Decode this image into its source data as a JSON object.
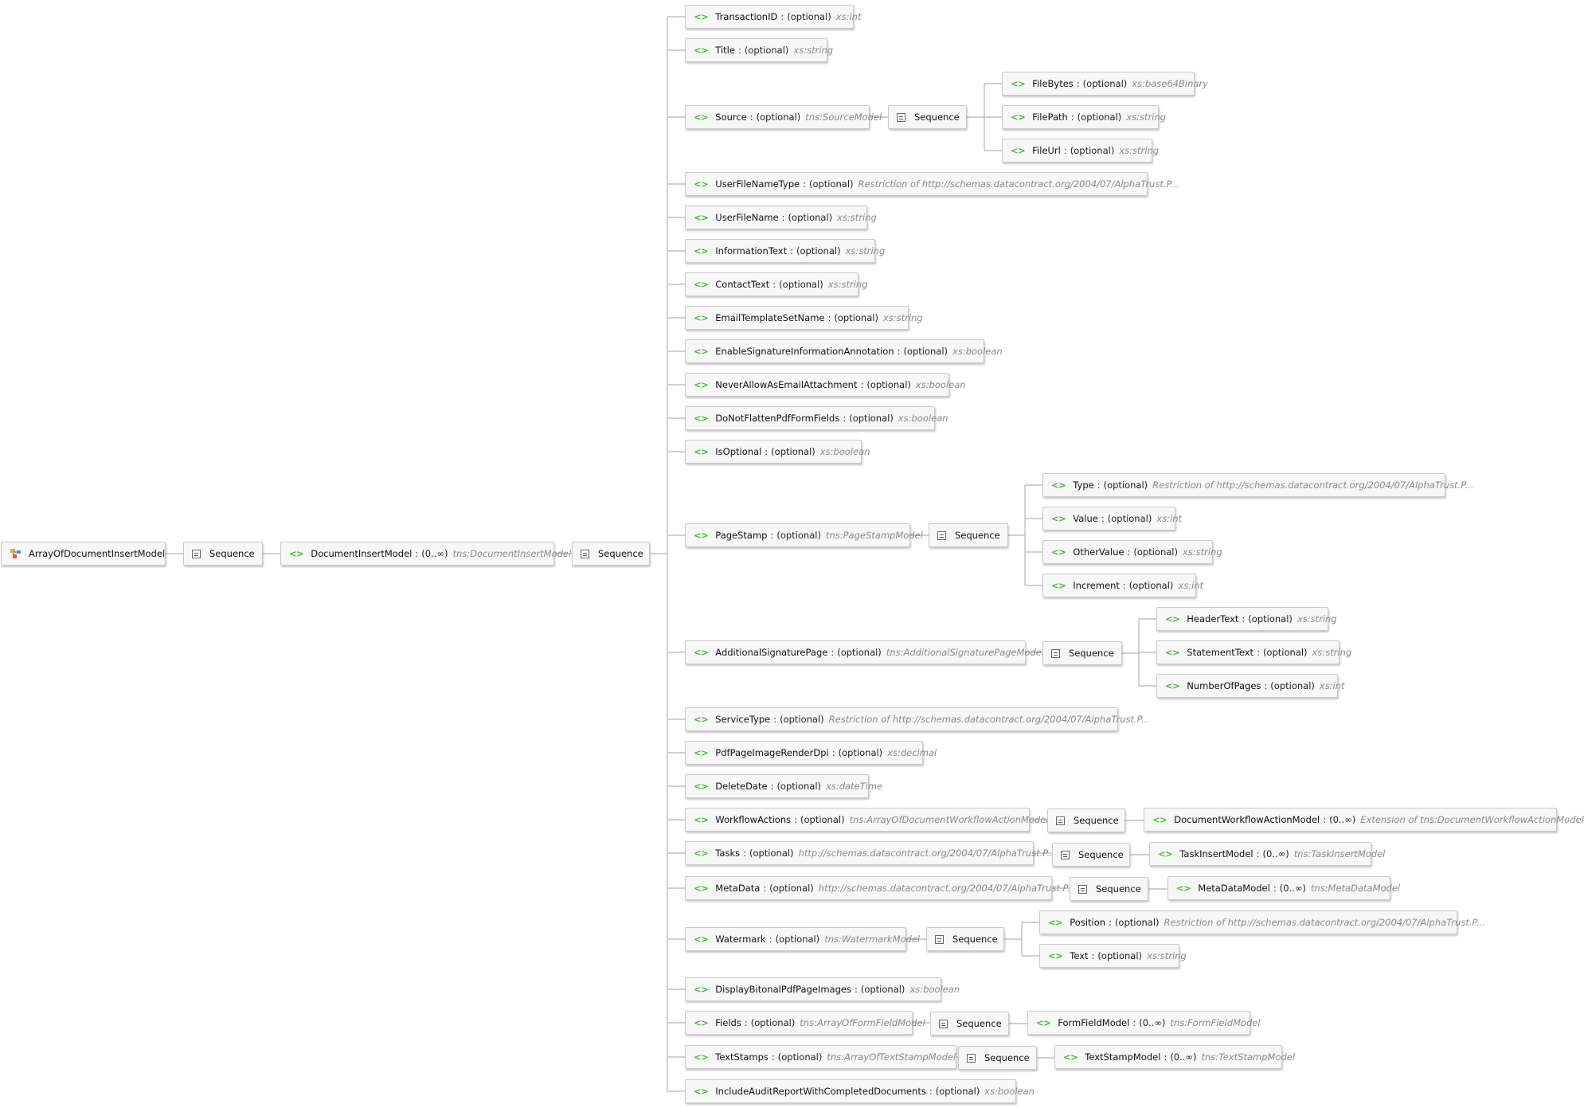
{
  "diagram": {
    "root": {
      "label": "ArrayOfDocumentInsertModel",
      "icon": "complex-type-icon"
    },
    "sequence_label": "Sequence",
    "colors": {
      "element_glyph": "#3dbb2e",
      "type_text": "#8a8a8a",
      "connector": "#b5b5b5"
    },
    "nodes": [
      {
        "id": "seq0",
        "kind": "sequence"
      },
      {
        "id": "dim",
        "kind": "element",
        "name": "DocumentInsertModel",
        "mod": "(0..∞)",
        "type": "tns:DocumentInsertModel"
      },
      {
        "id": "seq1",
        "kind": "sequence"
      },
      {
        "id": "e_transactionid",
        "kind": "element",
        "name": "TransactionID",
        "mod": "(optional)",
        "type": "xs:int"
      },
      {
        "id": "e_title",
        "kind": "element",
        "name": "Title",
        "mod": "(optional)",
        "type": "xs:string"
      },
      {
        "id": "e_source",
        "kind": "element",
        "name": "Source",
        "mod": "(optional)",
        "type": "tns:SourceModel"
      },
      {
        "id": "seq_source",
        "kind": "sequence"
      },
      {
        "id": "e_filebytes",
        "kind": "element",
        "name": "FileBytes",
        "mod": "(optional)",
        "type": "xs:base64Binary"
      },
      {
        "id": "e_filepath",
        "kind": "element",
        "name": "FilePath",
        "mod": "(optional)",
        "type": "xs:string"
      },
      {
        "id": "e_fileurl",
        "kind": "element",
        "name": "FileUrl",
        "mod": "(optional)",
        "type": "xs:string"
      },
      {
        "id": "e_userfilenametype",
        "kind": "element",
        "name": "UserFileNameType",
        "mod": "(optional)",
        "type": "Restriction of http://schemas.datacontract.org/2004/07/AlphaTrust.P..."
      },
      {
        "id": "e_userfilename",
        "kind": "element",
        "name": "UserFileName",
        "mod": "(optional)",
        "type": "xs:string"
      },
      {
        "id": "e_informationtext",
        "kind": "element",
        "name": "InformationText",
        "mod": "(optional)",
        "type": "xs:string"
      },
      {
        "id": "e_contacttext",
        "kind": "element",
        "name": "ContactText",
        "mod": "(optional)",
        "type": "xs:string"
      },
      {
        "id": "e_emailtemplatesetname",
        "kind": "element",
        "name": "EmailTemplateSetName",
        "mod": "(optional)",
        "type": "xs:string"
      },
      {
        "id": "e_enablesig",
        "kind": "element",
        "name": "EnableSignatureInformationAnnotation",
        "mod": "(optional)",
        "type": "xs:boolean"
      },
      {
        "id": "e_neverallow",
        "kind": "element",
        "name": "NeverAllowAsEmailAttachment",
        "mod": "(optional)",
        "type": "xs:boolean"
      },
      {
        "id": "e_donotflatten",
        "kind": "element",
        "name": "DoNotFlattenPdfFormFields",
        "mod": "(optional)",
        "type": "xs:boolean"
      },
      {
        "id": "e_isoptional",
        "kind": "element",
        "name": "IsOptional",
        "mod": "(optional)",
        "type": "xs:boolean"
      },
      {
        "id": "e_pagestamp",
        "kind": "element",
        "name": "PageStamp",
        "mod": "(optional)",
        "type": "tns:PageStampModel"
      },
      {
        "id": "seq_pagestamp",
        "kind": "sequence"
      },
      {
        "id": "e_type",
        "kind": "element",
        "name": "Type",
        "mod": "(optional)",
        "type": "Restriction of http://schemas.datacontract.org/2004/07/AlphaTrust.P..."
      },
      {
        "id": "e_value",
        "kind": "element",
        "name": "Value",
        "mod": "(optional)",
        "type": "xs:int"
      },
      {
        "id": "e_othervalue",
        "kind": "element",
        "name": "OtherValue",
        "mod": "(optional)",
        "type": "xs:string"
      },
      {
        "id": "e_increment",
        "kind": "element",
        "name": "Increment",
        "mod": "(optional)",
        "type": "xs:int"
      },
      {
        "id": "e_addsigpage",
        "kind": "element",
        "name": "AdditionalSignaturePage",
        "mod": "(optional)",
        "type": "tns:AdditionalSignaturePageModel"
      },
      {
        "id": "seq_addsig",
        "kind": "sequence"
      },
      {
        "id": "e_headertext",
        "kind": "element",
        "name": "HeaderText",
        "mod": "(optional)",
        "type": "xs:string"
      },
      {
        "id": "e_statementtext",
        "kind": "element",
        "name": "StatementText",
        "mod": "(optional)",
        "type": "xs:string"
      },
      {
        "id": "e_numberofpages",
        "kind": "element",
        "name": "NumberOfPages",
        "mod": "(optional)",
        "type": "xs:int"
      },
      {
        "id": "e_servicetype",
        "kind": "element",
        "name": "ServiceType",
        "mod": "(optional)",
        "type": "Restriction of http://schemas.datacontract.org/2004/07/AlphaTrust.P..."
      },
      {
        "id": "e_pdfdpi",
        "kind": "element",
        "name": "PdfPageImageRenderDpi",
        "mod": "(optional)",
        "type": "xs:decimal"
      },
      {
        "id": "e_deletedate",
        "kind": "element",
        "name": "DeleteDate",
        "mod": "(optional)",
        "type": "xs:dateTime"
      },
      {
        "id": "e_workflowactions",
        "kind": "element",
        "name": "WorkflowActions",
        "mod": "(optional)",
        "type": "tns:ArrayOfDocumentWorkflowActionModel"
      },
      {
        "id": "seq_workflow",
        "kind": "sequence"
      },
      {
        "id": "e_docworkflowaction",
        "kind": "element",
        "name": "DocumentWorkflowActionModel",
        "mod": "(0..∞)",
        "type": "Extension of tns:DocumentWorkflowActionModel"
      },
      {
        "id": "e_tasks",
        "kind": "element",
        "name": "Tasks",
        "mod": "(optional)",
        "type": "http://schemas.datacontract.org/2004/07/AlphaTrust.P..."
      },
      {
        "id": "seq_tasks",
        "kind": "sequence"
      },
      {
        "id": "e_taskinsert",
        "kind": "element",
        "name": "TaskInsertModel",
        "mod": "(0..∞)",
        "type": "tns:TaskInsertModel"
      },
      {
        "id": "e_metadata",
        "kind": "element",
        "name": "MetaData",
        "mod": "(optional)",
        "type": "http://schemas.datacontract.org/2004/07/AlphaTrust.P..."
      },
      {
        "id": "seq_metadata",
        "kind": "sequence"
      },
      {
        "id": "e_metadatamodel",
        "kind": "element",
        "name": "MetaDataModel",
        "mod": "(0..∞)",
        "type": "tns:MetaDataModel"
      },
      {
        "id": "e_watermark",
        "kind": "element",
        "name": "Watermark",
        "mod": "(optional)",
        "type": "tns:WatermarkModel"
      },
      {
        "id": "seq_watermark",
        "kind": "sequence"
      },
      {
        "id": "e_position",
        "kind": "element",
        "name": "Position",
        "mod": "(optional)",
        "type": "Restriction of http://schemas.datacontract.org/2004/07/AlphaTrust.P..."
      },
      {
        "id": "e_text",
        "kind": "element",
        "name": "Text",
        "mod": "(optional)",
        "type": "xs:string"
      },
      {
        "id": "e_displaybitonal",
        "kind": "element",
        "name": "DisplayBitonalPdfPageImages",
        "mod": "(optional)",
        "type": "xs:boolean"
      },
      {
        "id": "e_fields",
        "kind": "element",
        "name": "Fields",
        "mod": "(optional)",
        "type": "tns:ArrayOfFormFieldModel"
      },
      {
        "id": "seq_fields",
        "kind": "sequence"
      },
      {
        "id": "e_formfield",
        "kind": "element",
        "name": "FormFieldModel",
        "mod": "(0..∞)",
        "type": "tns:FormFieldModel"
      },
      {
        "id": "e_textstamps",
        "kind": "element",
        "name": "TextStamps",
        "mod": "(optional)",
        "type": "tns:ArrayOfTextStampModel"
      },
      {
        "id": "seq_textstamps",
        "kind": "sequence"
      },
      {
        "id": "e_textstampmodel",
        "kind": "element",
        "name": "TextStampModel",
        "mod": "(0..∞)",
        "type": "tns:TextStampModel"
      },
      {
        "id": "e_includeaudit",
        "kind": "element",
        "name": "IncludeAuditReportWithCompletedDocuments",
        "mod": "(optional)",
        "type": "xs:boolean"
      }
    ]
  }
}
